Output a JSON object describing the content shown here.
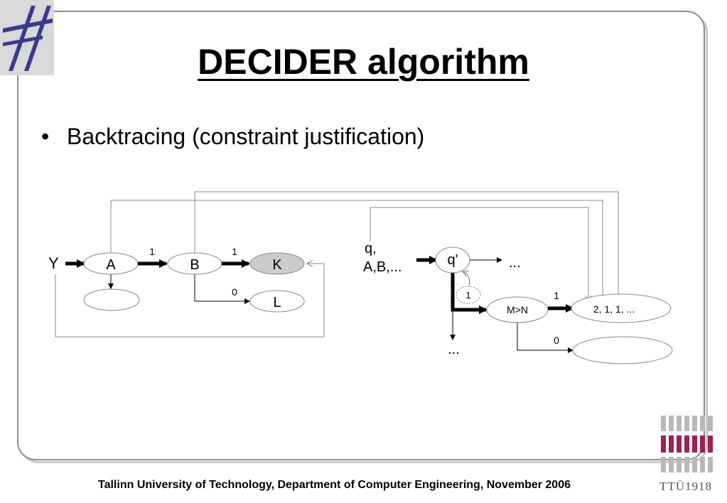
{
  "title": "DECIDER algorithm",
  "bullet": "Backtracing (constraint justification)",
  "footer": "Tallinn University of Technology, Department of Computer Engineering, November 2006",
  "ttu_logo_text": "TTÜ1918",
  "diagram_left": {
    "input": "Y",
    "nodes": {
      "a": "A",
      "b": "B",
      "k": "K",
      "l": "L"
    },
    "edges": {
      "a_b": "1",
      "b_k": "1",
      "b_l": "0"
    }
  },
  "diagram_right": {
    "input": [
      "q,",
      "A,B,..."
    ],
    "nodes": {
      "q": "q'",
      "cond": "1",
      "mn": "M>N",
      "target": "2, 1, 1, ..."
    },
    "edges": {
      "mn_target": "1",
      "mn_bottom": "0"
    },
    "ellipsis_right": "...",
    "ellipsis_down": "..."
  },
  "colors": {
    "highlight_node": "#cccccc",
    "frame": "#8c8c8c",
    "logo": "#3a3a8c",
    "ttu_red": "#a02050"
  }
}
